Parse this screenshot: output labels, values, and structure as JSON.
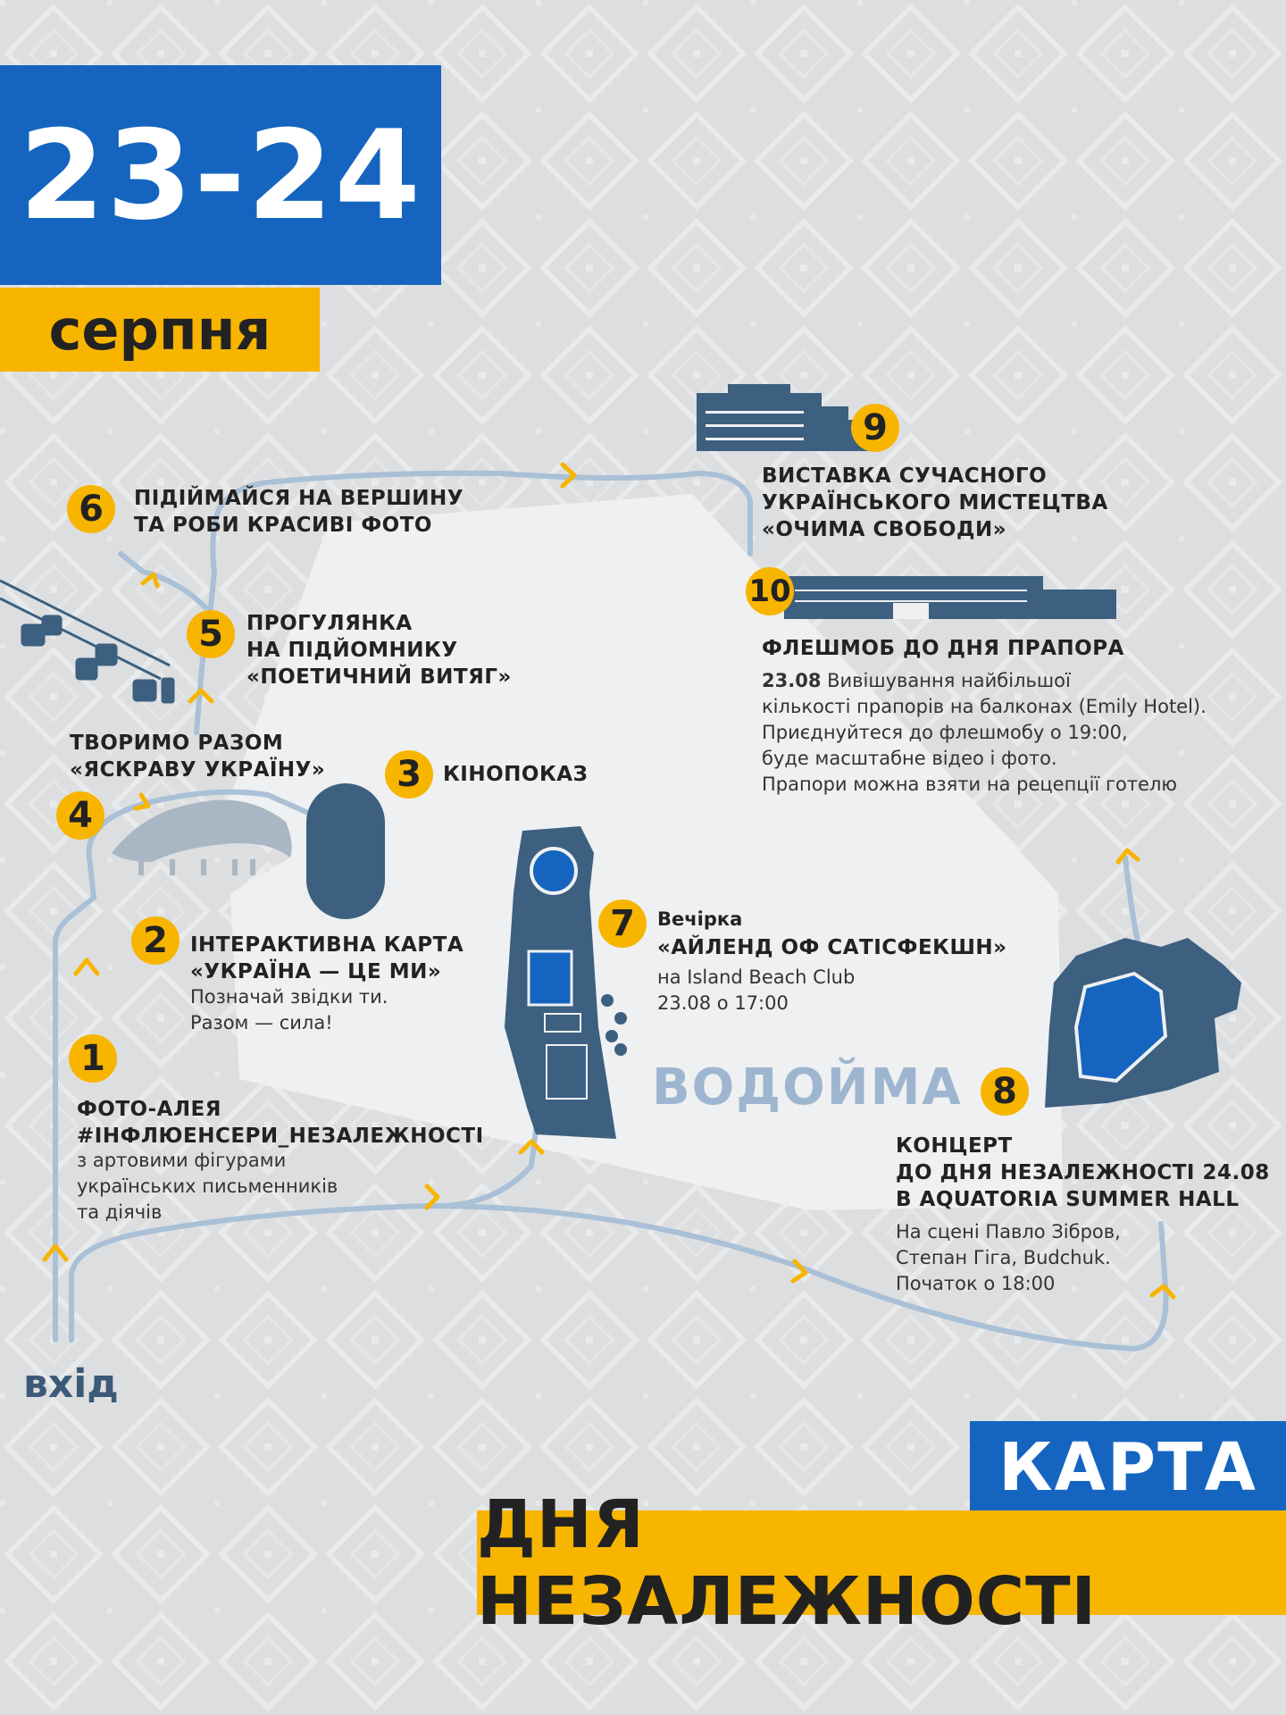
{
  "header": {
    "dates": "23-24",
    "month": "серпня"
  },
  "footer": {
    "line1": "КАРТА",
    "line2": "ДНЯ НЕЗАЛЕЖНОСТІ"
  },
  "map": {
    "water_label": "ВОДОЙМА",
    "entrance_label": "вхід"
  },
  "colors": {
    "blue": "#1565c0",
    "yellow": "#f7b500",
    "building": "#3d5f80",
    "path": "#a9c0d6"
  },
  "points": [
    {
      "number": "1",
      "title": [
        "ФОТО-АЛЕЯ",
        "#ІНФЛЮЕНСЕРИ_НЕЗАЛЕЖНОСТІ"
      ],
      "desc": [
        "з артовими фігурами",
        "українських письменників",
        "та діячів"
      ]
    },
    {
      "number": "2",
      "title": [
        "ІНТЕРАКТИВНА КАРТА",
        "«УКРАЇНА — ЦЕ МИ»"
      ],
      "desc": [
        "Позначай звідки ти.",
        "Разом — сила!"
      ]
    },
    {
      "number": "3",
      "title": [
        "КІНОПОКАЗ"
      ]
    },
    {
      "number": "4",
      "title": [
        "ТВОРИМО РАЗОМ",
        "«ЯСКРАВУ УКРАЇНУ»"
      ]
    },
    {
      "number": "5",
      "title": [
        "ПРОГУЛЯНКА",
        "НА ПІДЙОМНИКУ",
        "«ПОЕТИЧНИЙ ВИТЯГ»"
      ]
    },
    {
      "number": "6",
      "title": [
        "ПІДІЙМАЙСЯ НА ВЕРШИНУ",
        "ТА РОБИ КРАСИВІ ФОТО"
      ]
    },
    {
      "number": "7",
      "kicker": "Вечірка",
      "title": [
        "«АЙЛЕНД ОФ САТІСФЕКШН»"
      ],
      "desc": [
        "на Island Beach Club",
        "23.08 о 17:00"
      ]
    },
    {
      "number": "8",
      "title": [
        "КОНЦЕРТ",
        "ДО ДНЯ НЕЗАЛЕЖНОСТІ 24.08",
        "В AQUATORIA SUMMER HALL"
      ],
      "desc": [
        "На сцені Павло Зібров,",
        "Степан Гіга, Budchuk.",
        "Початок о 18:00"
      ]
    },
    {
      "number": "9",
      "title": [
        "ВИСТАВКА СУЧАСНОГО",
        "УКРАЇНСЬКОГО МИСТЕЦТВА",
        "«ОЧИМА СВОБОДИ»"
      ]
    },
    {
      "number": "10",
      "title": [
        "ФЛЕШМОБ ДО ДНЯ ПРАПОРА"
      ],
      "lead": "23.08",
      "desc": [
        "Вивішування найбільшої",
        "кількості прапорів на балконах (Emily Hotel).",
        "Приєднуйтеся до флешмобу о 19:00,",
        "буде масштабне відео і фото.",
        "Прапори можна взяти на рецепції готелю"
      ]
    }
  ]
}
